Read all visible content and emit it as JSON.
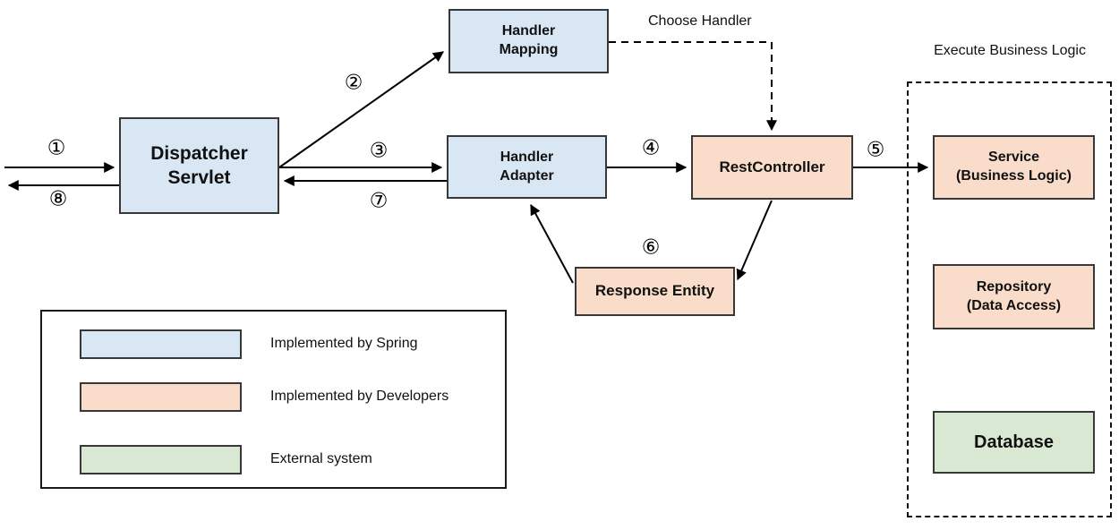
{
  "nodes": {
    "dispatcher_servlet": {
      "label": "Dispatcher\nServlet"
    },
    "handler_mapping": {
      "label": "Handler\nMapping"
    },
    "handler_adapter": {
      "label": "Handler\nAdapter"
    },
    "rest_controller": {
      "label": "RestController"
    },
    "response_entity": {
      "label": "Response Entity"
    },
    "service": {
      "label": "Service\n(Business Logic)"
    },
    "repository": {
      "label": "Repository\n(Data Access)"
    },
    "database": {
      "label": "Database"
    }
  },
  "annotations": {
    "choose_handler": "Choose Handler",
    "execute_business_logic": "Execute Business Logic"
  },
  "steps": [
    "①",
    "②",
    "③",
    "④",
    "⑤",
    "⑥",
    "⑦",
    "⑧"
  ],
  "legend": {
    "items": [
      {
        "label": "Implemented by Spring",
        "color": "#d9e7f5"
      },
      {
        "label": "Implemented by Developers",
        "color": "#f9dcc9"
      },
      {
        "label": "External system",
        "color": "#d9e8d2"
      }
    ]
  },
  "colors": {
    "spring_fill": "#d9e7f5",
    "developer_fill": "#f9dcc9",
    "external_fill": "#d9e8d2",
    "node_border": "#383838",
    "arrow": "#000000"
  }
}
